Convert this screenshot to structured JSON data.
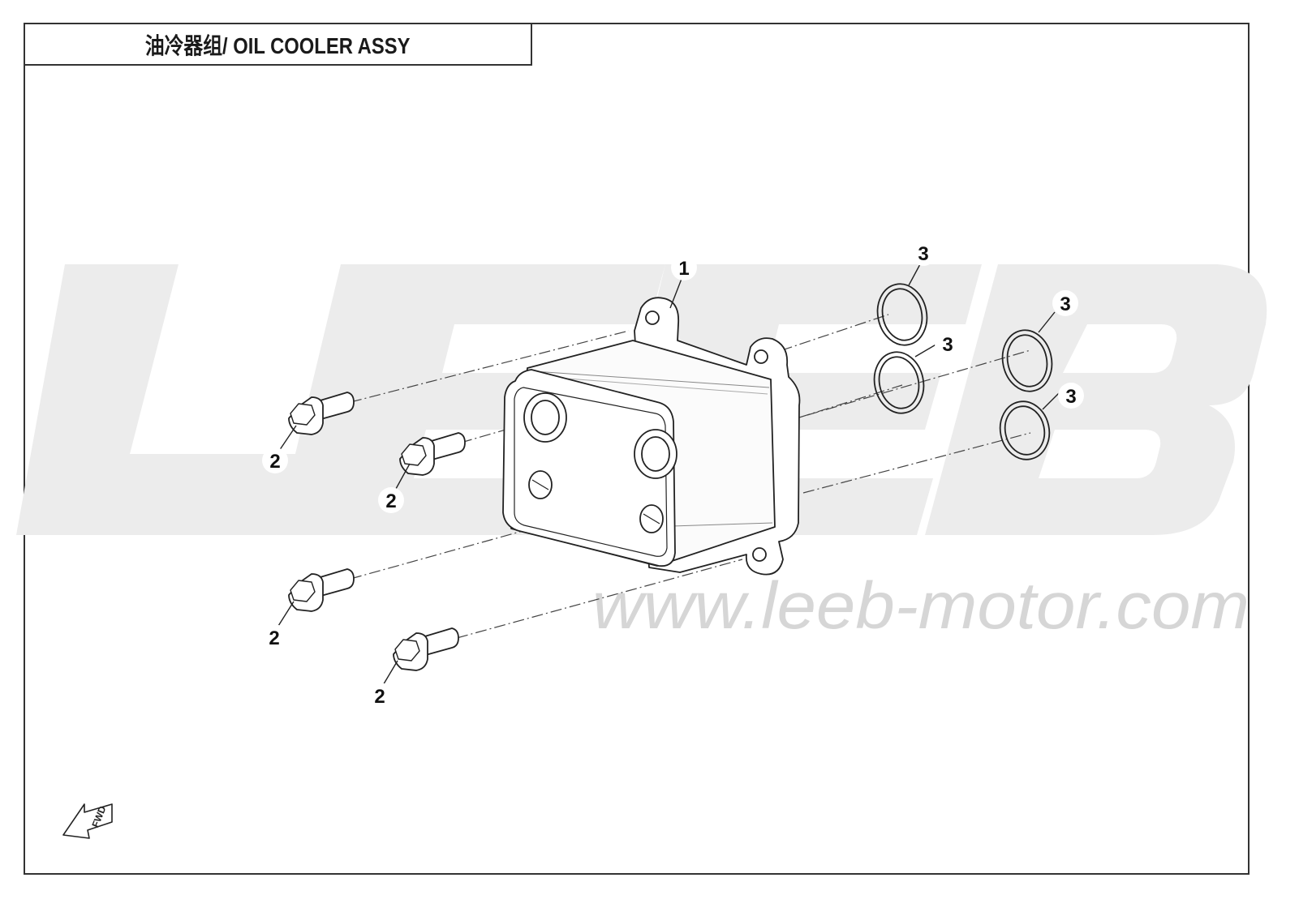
{
  "title": "油冷器组/ OIL COOLER ASSY",
  "watermark": {
    "brand": "LEEB",
    "url": "www.leeb-motor.com",
    "color": "#ebebeb",
    "url_color": "#d4d4d4"
  },
  "fwd_label": "FWD",
  "callouts": {
    "c1": "1",
    "c2a": "2",
    "c2b": "2",
    "c2c": "2",
    "c2d": "2",
    "c3a": "3",
    "c3b": "3",
    "c3c": "3",
    "c3d": "3"
  },
  "colors": {
    "line": "#222222",
    "frame": "#333333"
  }
}
